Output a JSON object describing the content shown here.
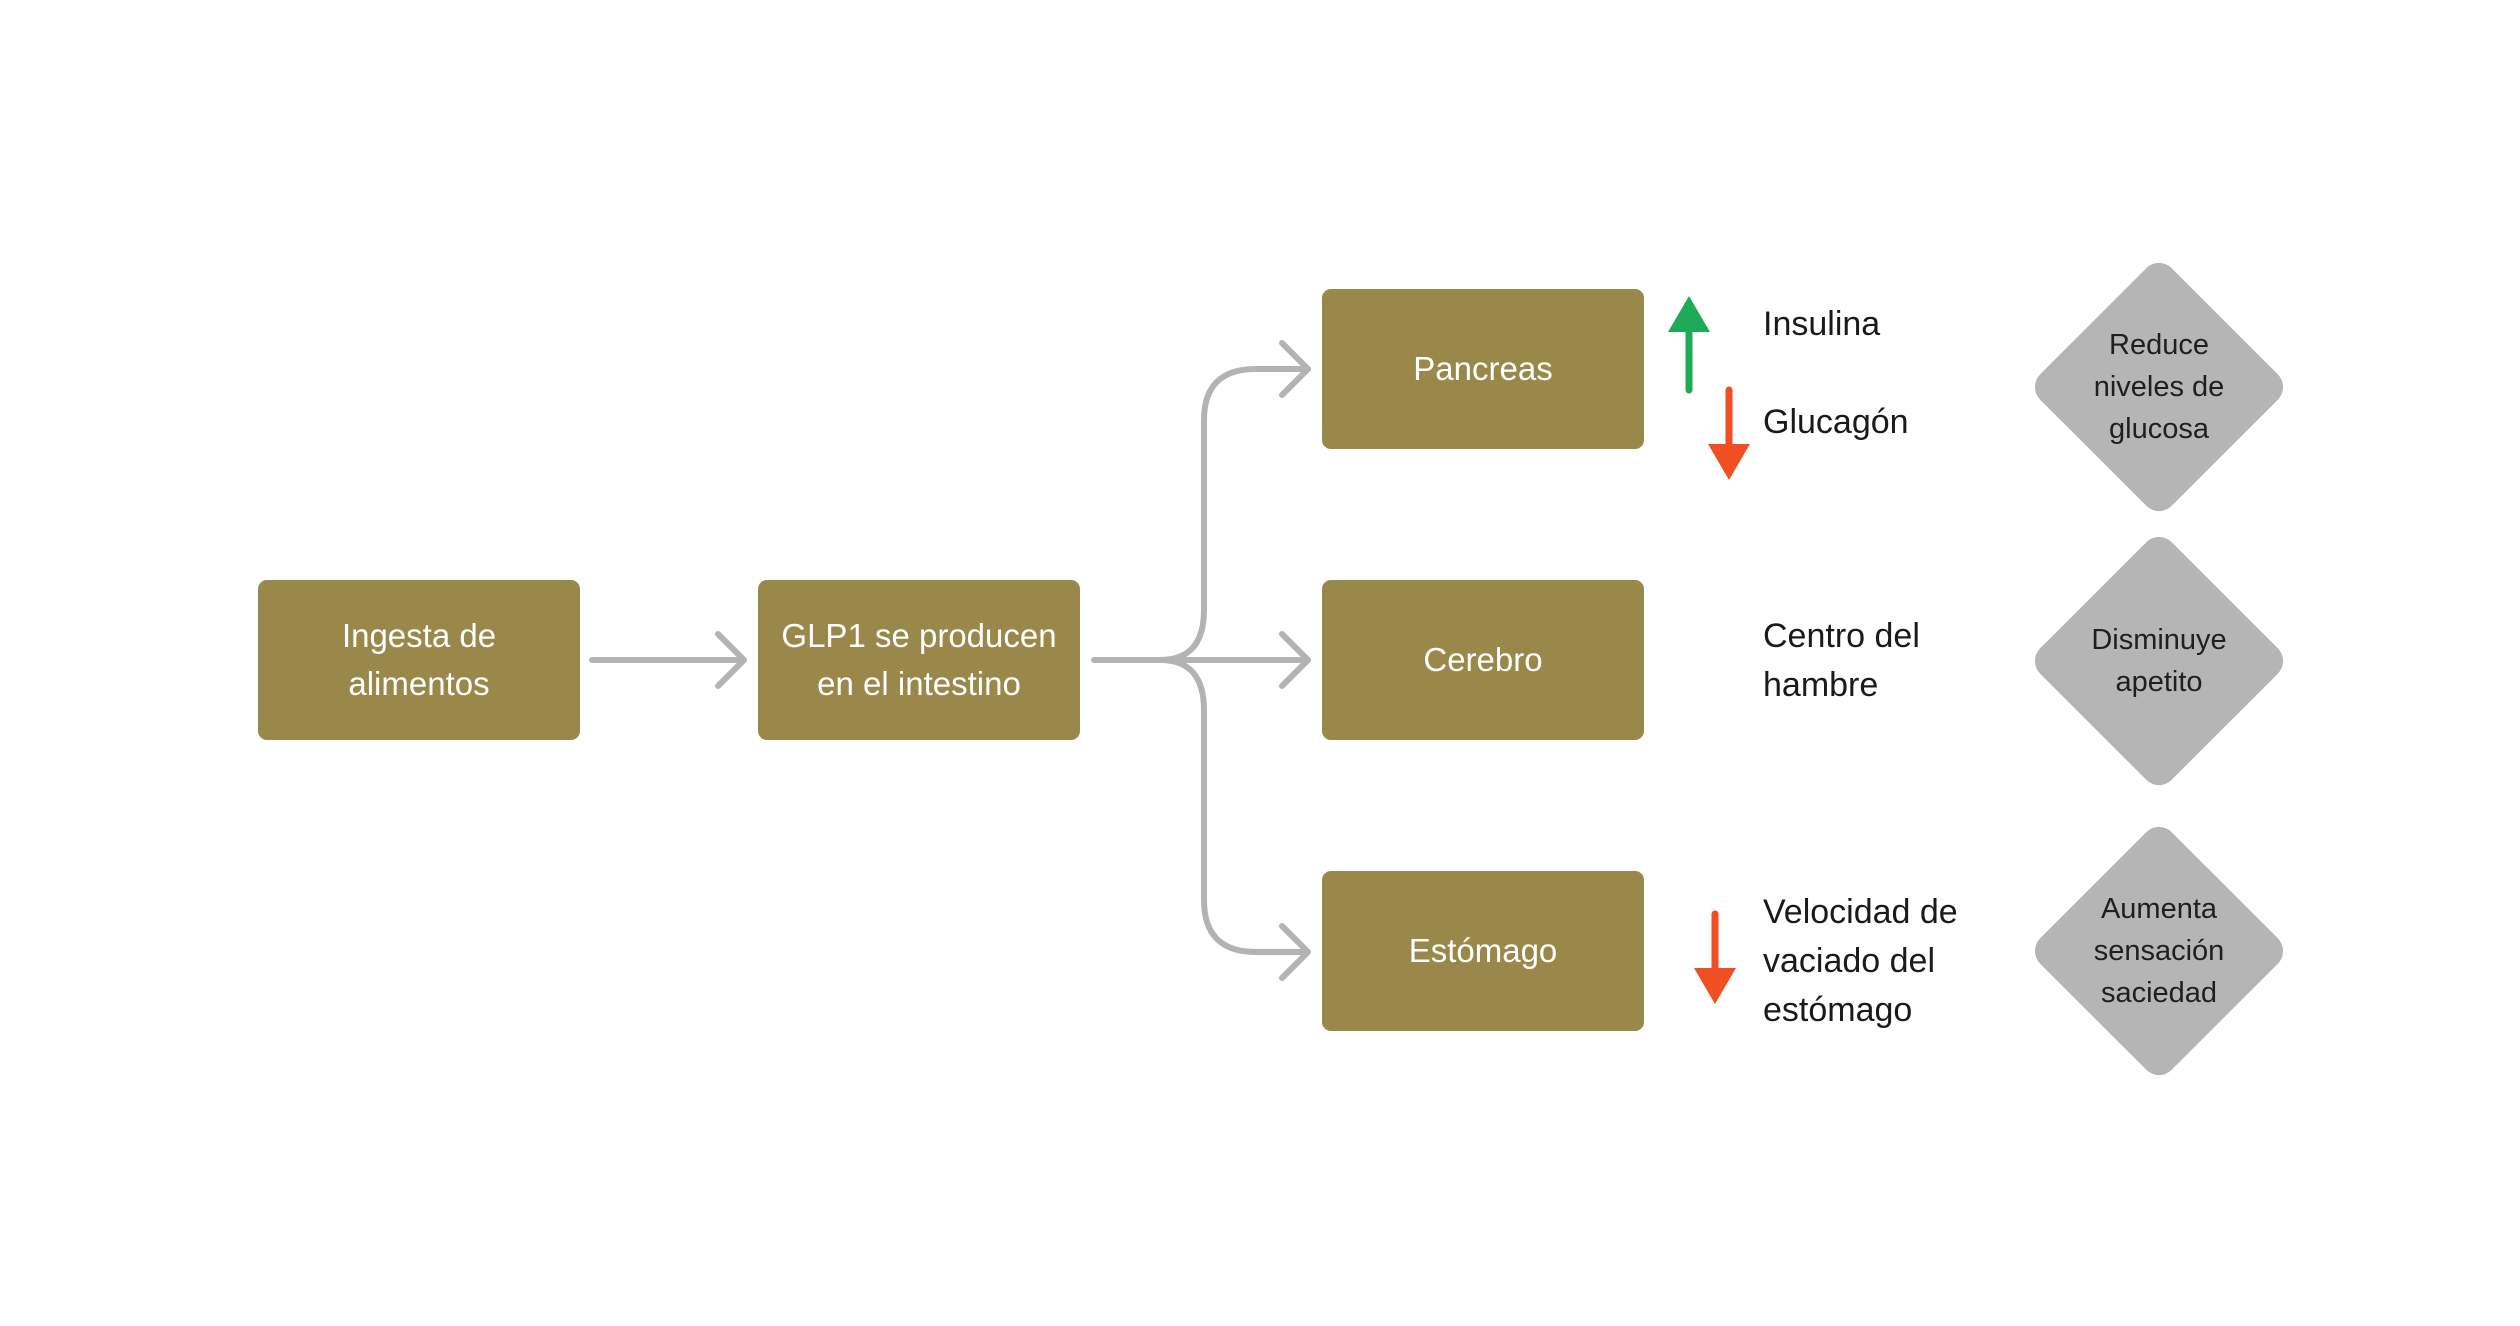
{
  "colors": {
    "box_fill": "#99884a",
    "connector": "#b3b3b3",
    "diamond_fill": "#b5b5b5",
    "up_arrow": "#1faa59",
    "down_arrow": "#f04e23"
  },
  "nodes": {
    "ingesta": {
      "line1": "Ingesta de",
      "line2": "alimentos"
    },
    "glp1": {
      "line1": "GLP1 se producen",
      "line2": "en el intestino"
    },
    "pancreas": {
      "label": "Pancreas"
    },
    "cerebro": {
      "label": "Cerebro"
    },
    "estomago": {
      "label": "Estómago"
    }
  },
  "effects": {
    "insulina": {
      "label": "Insulina",
      "direction": "up",
      "icon": "arrow-up-icon"
    },
    "glucagon": {
      "label": "Glucagón",
      "direction": "down",
      "icon": "arrow-down-icon"
    },
    "centro": {
      "line1": "Centro del",
      "line2": "hambre"
    },
    "velocidad": {
      "line1": "Velocidad de",
      "line2": "vaciado del",
      "line3": "estómago",
      "direction": "down",
      "icon": "arrow-down-icon"
    }
  },
  "outcomes": {
    "glucosa": {
      "line1": "Reduce",
      "line2": "niveles de",
      "line3": "glucosa"
    },
    "apetito": {
      "line1": "Disminuye",
      "line2": "apetito"
    },
    "saciedad": {
      "line1": "Aumenta",
      "line2": "sensación",
      "line3": "saciedad"
    }
  }
}
